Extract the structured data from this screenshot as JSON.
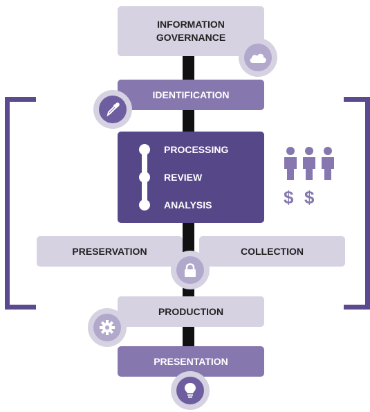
{
  "stages": {
    "information_governance": [
      "INFORMATION",
      "GOVERNANCE"
    ],
    "identification": "IDENTIFICATION",
    "processing": "PROCESSING",
    "review": "REVIEW",
    "analysis": "ANALYSIS",
    "preservation": "PRESERVATION",
    "collection": "COLLECTION",
    "production": "PRODUCTION",
    "presentation": "PRESENTATION"
  },
  "icons": [
    "cloud-icon",
    "eyedropper-icon",
    "lock-icon",
    "gear-icon",
    "lightbulb-icon",
    "people-icon",
    "dollar-icon"
  ],
  "people_count": 3,
  "dollar_symbol": "$",
  "dollar_count": 2,
  "colors": {
    "light": "#d6d2e2",
    "mid": "#8677ae",
    "dark": "#564789",
    "bracket": "#5c4a8e",
    "spine": "#111111"
  }
}
